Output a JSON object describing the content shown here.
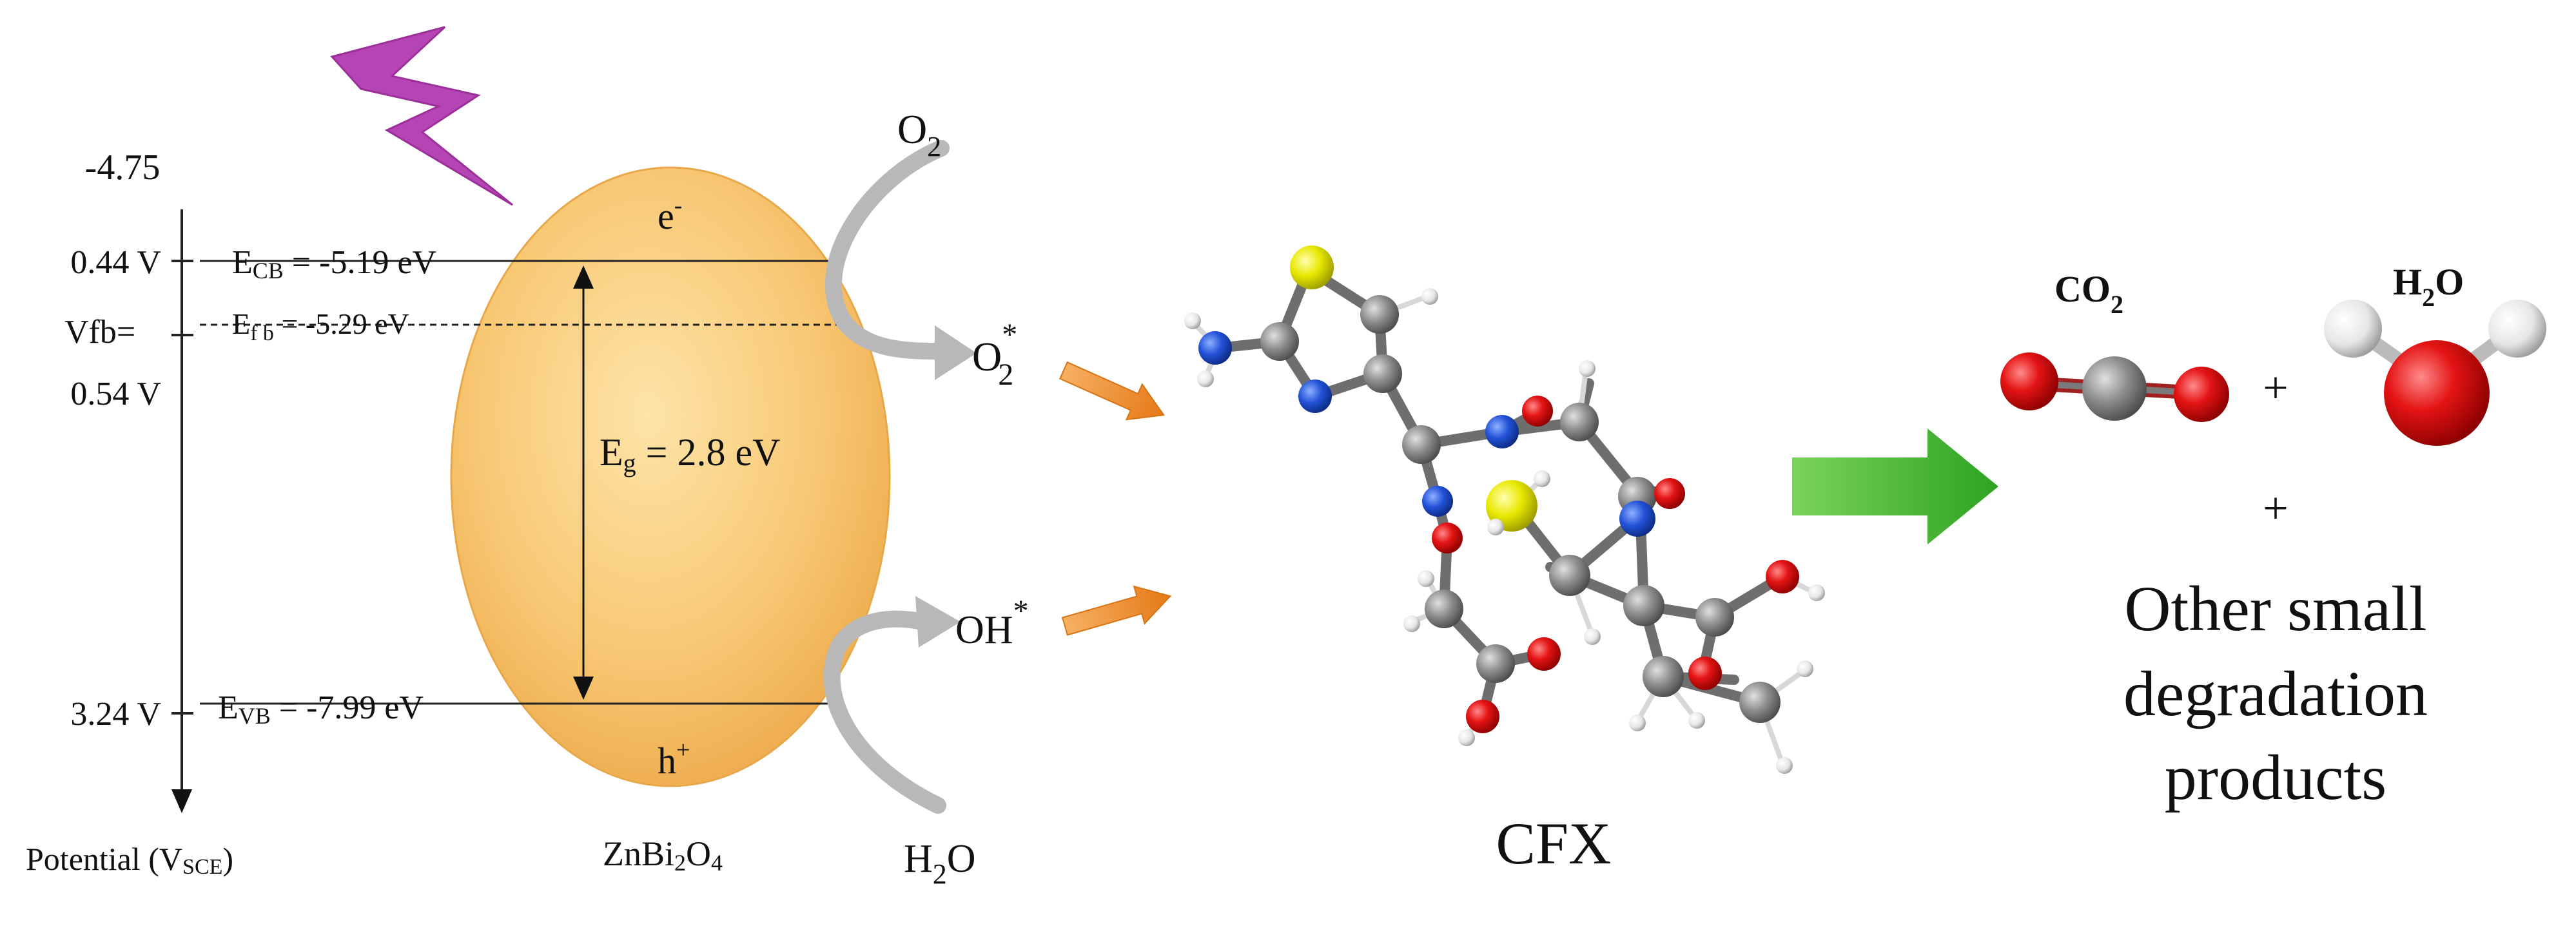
{
  "colors": {
    "semiconductor_fill": "#f7c46b",
    "lightning": "#b544b4",
    "arrow_orange": "#f28a28",
    "arrow_green": "#3fb62f",
    "curved_arrow_gray": "#b8b8b8",
    "oxygen_red": "#e01010",
    "carbon_gray": "#8c8c8c",
    "nitrogen_blue": "#1f4fd6",
    "sulfur_yellow": "#e6e600",
    "hydrogen_white": "#f2f2f2"
  },
  "potential_axis": {
    "top_value": "-4.75",
    "ticks": [
      {
        "label": "0.44 V",
        "level": "cb"
      },
      {
        "label": "Vfb=",
        "level": "fb"
      },
      {
        "label": "0.54 V",
        "level": "fb_value"
      },
      {
        "label": "3.24 V",
        "level": "vb"
      }
    ],
    "axis_label_main": "Potential (V",
    "axis_label_sub": "SCE",
    "axis_label_close": ")"
  },
  "semiconductor": {
    "name_prefix": "ZnBi",
    "name_sub1": "2",
    "name_mid": "O",
    "name_sub2": "4",
    "electron": "e",
    "electron_sup": "-",
    "hole": "h",
    "hole_sup": "+"
  },
  "levels": {
    "cb_main": "E",
    "cb_sub": "CB",
    "cb_value": " = -5.19 eV",
    "fb_main": "E",
    "fb_sub": "f b",
    "fb_value": " = -5.29 eV",
    "vb_main": "E",
    "vb_sub": "VB",
    "vb_value": " = -7.99 eV",
    "gap_main": "E",
    "gap_sub": "g",
    "gap_value": " = 2.8 eV"
  },
  "species": {
    "o2": "O",
    "o2_sub": "2",
    "superoxide": "O",
    "superoxide_sup": "*",
    "superoxide_sub": "2",
    "hydroxyl": "OH",
    "hydroxyl_sup": "*",
    "water_h": "H",
    "water_sub": "2",
    "water_o": "O"
  },
  "pollutant": {
    "label": "CFX"
  },
  "products": {
    "co2": "CO",
    "co2_sub": "2",
    "h2o_h": "H",
    "h2o_sub": "2",
    "h2o_o": "O",
    "plus": "+",
    "plus_below": "+",
    "other_line1": "Other small",
    "other_line2": "degradation",
    "other_line3": "products"
  }
}
